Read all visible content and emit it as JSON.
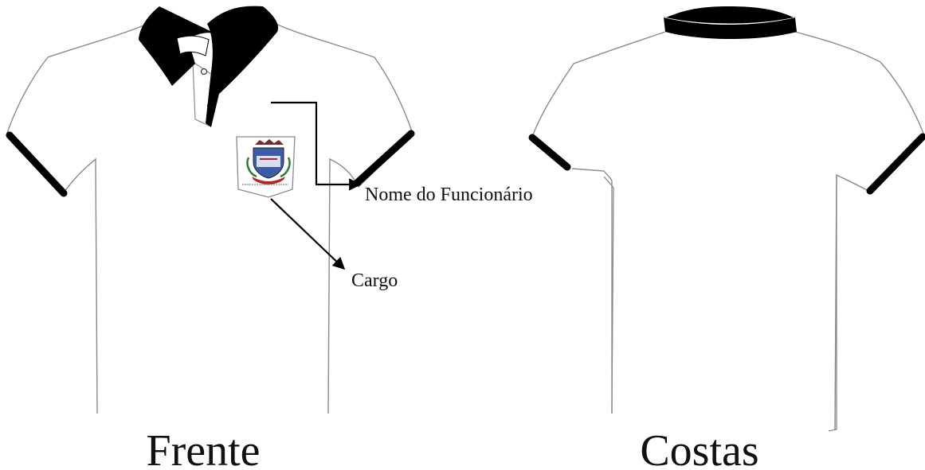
{
  "colors": {
    "background": "#ffffff",
    "outline": "#8a8a8a",
    "trim": "#000000",
    "text": "#111111",
    "badge_red": "#b3242a",
    "badge_blue": "#3b5da8",
    "badge_gold": "#c9a43a"
  },
  "front": {
    "caption": "Frente",
    "annotations": {
      "name": "Nome do Funcionário",
      "role": "Cargo"
    }
  },
  "back": {
    "caption": "Costas"
  },
  "icons": {
    "badge": "coat-of-arms-icon",
    "arrow": "arrow-right-icon"
  }
}
